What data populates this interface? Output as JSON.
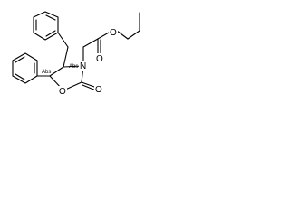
{
  "molecule": {
    "atoms": {
      "ring_oxygen": "O",
      "carbonyl_oxygen": "O",
      "ester_ether_oxygen": "O",
      "ester_carbonyl_oxygen": "O",
      "ring_nitrogen": "N"
    },
    "stereo_labels": {
      "c4": "Abs",
      "c5": "Abs"
    }
  }
}
